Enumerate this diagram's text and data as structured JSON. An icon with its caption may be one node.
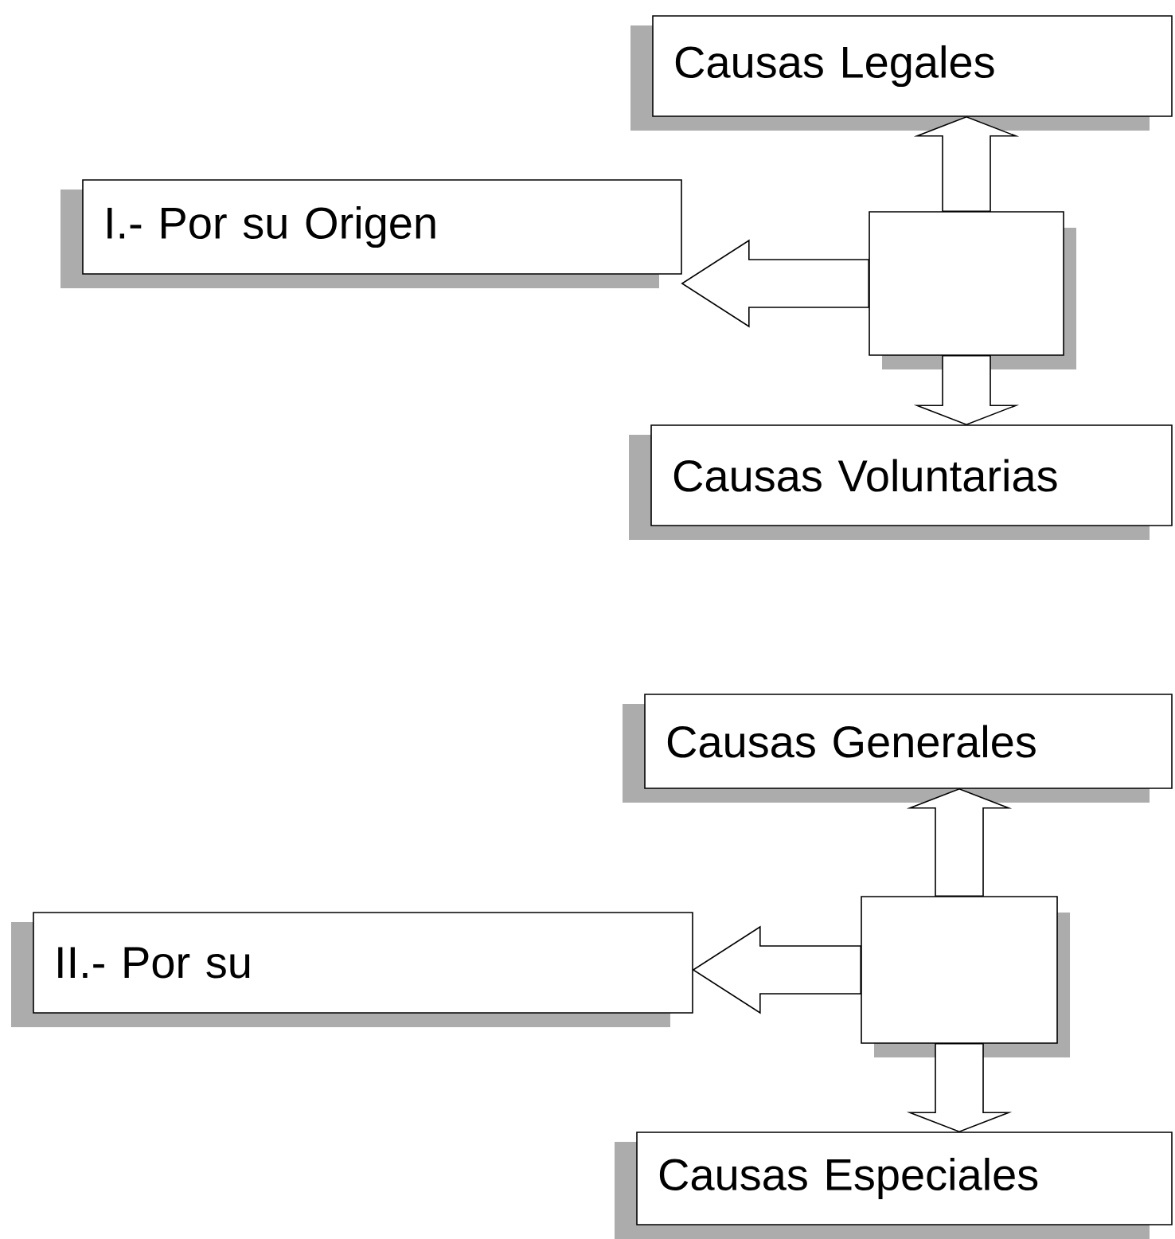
{
  "diagram": {
    "nodes": [
      {
        "text": [
          "Causas Legales"
        ]
      },
      {
        "text": [
          "I.- Por su Origen"
        ]
      },
      {
        "text": [],
        "shape": "box"
      },
      {
        "text": [
          "Causas Voluntarias"
        ]
      },
      {
        "text": [
          "Causas Generales"
        ]
      },
      {
        "text": [
          "II.- Por su"
        ]
      },
      {
        "text": [],
        "shape": "box"
      },
      {
        "text": [
          "Causas Especiales"
        ]
      }
    ],
    "edges": [
      {
        "from": 2,
        "to": 0,
        "arrow": "to"
      },
      {
        "from": 2,
        "to": 1,
        "arrow": "to"
      },
      {
        "from": 2,
        "to": 3,
        "arrow": "to"
      },
      {
        "from": 6,
        "to": 4,
        "arrow": "to"
      },
      {
        "from": 6,
        "to": 5,
        "arrow": "to"
      },
      {
        "from": 6,
        "to": 7,
        "arrow": "to"
      }
    ]
  }
}
